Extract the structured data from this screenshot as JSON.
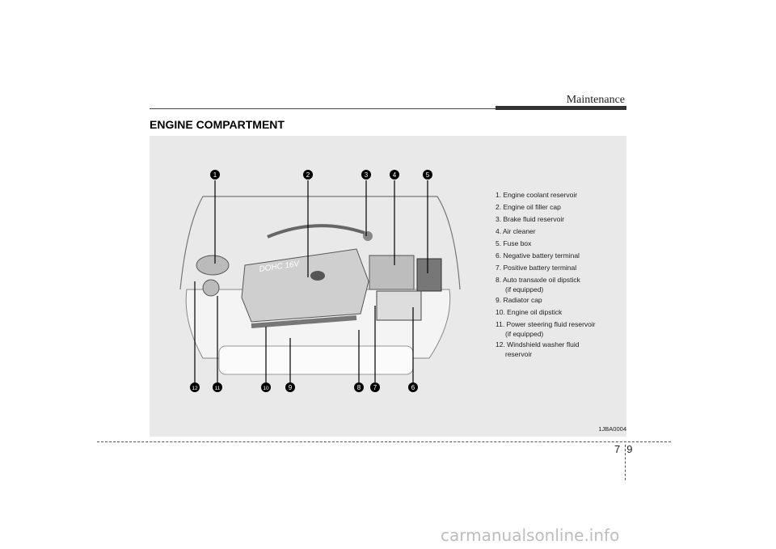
{
  "header": {
    "section": "Maintenance"
  },
  "heading": "ENGINE COMPARTMENT",
  "figure": {
    "code": "1JBA0004",
    "callouts": [
      "1",
      "2",
      "3",
      "4",
      "5",
      "6",
      "7",
      "8",
      "9",
      "10",
      "11",
      "12"
    ],
    "engine_label": "DOHC 16V"
  },
  "legend": [
    {
      "label": "1. Engine coolant reservoir"
    },
    {
      "label": "2. Engine oil filler cap"
    },
    {
      "label": "3. Brake fluid reservoir"
    },
    {
      "label": "4. Air cleaner"
    },
    {
      "label": "5. Fuse box"
    },
    {
      "label": "6. Negative battery terminal"
    },
    {
      "label": "7. Positive battery terminal"
    },
    {
      "label": "8. Auto transaxle oil dipstick",
      "sub": "(if equipped)"
    },
    {
      "label": "9. Radiator cap"
    },
    {
      "label": "10. Engine oil dipstick"
    },
    {
      "label": "11. Power steering fluid reservoir",
      "sub": "(if equipped)"
    },
    {
      "label": "12. Windshield washer fluid",
      "sub": "reservoir"
    }
  ],
  "page": {
    "chapter": "7",
    "number": "9"
  },
  "footer": "carmanualsonline.info"
}
